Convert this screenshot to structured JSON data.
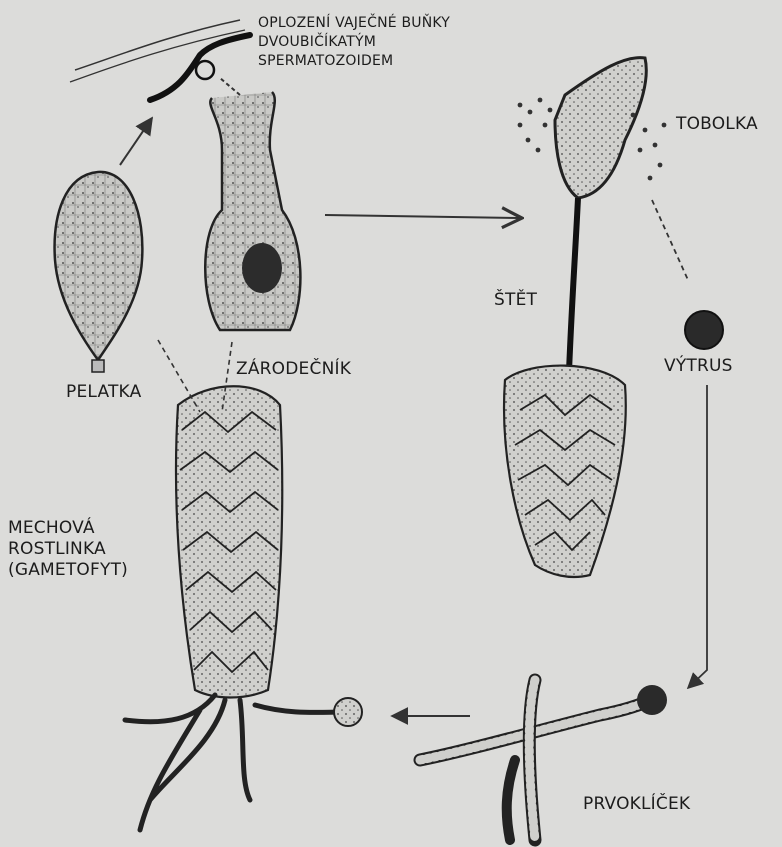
{
  "labels": {
    "fertilization": [
      "OPLOZENÍ VAJEČNÉ BUŇKY",
      "DVOUBIČÍKATÝM",
      "SPERMATOZOIDEM"
    ],
    "capsule": "TOBOLKA",
    "seta": "ŠTĚT",
    "spore": "VÝTRUS",
    "antheridium": "PELATKA",
    "archegonium": "ZÁRODEČNÍK",
    "gametophyte": [
      "MECHOVÁ",
      "ROSTLINKA",
      "(GAMETOFYT)"
    ],
    "protonema": "PRVOKLÍČEK"
  },
  "colors": {
    "background": "#dcdcda",
    "ink": "#1c1c1c"
  }
}
